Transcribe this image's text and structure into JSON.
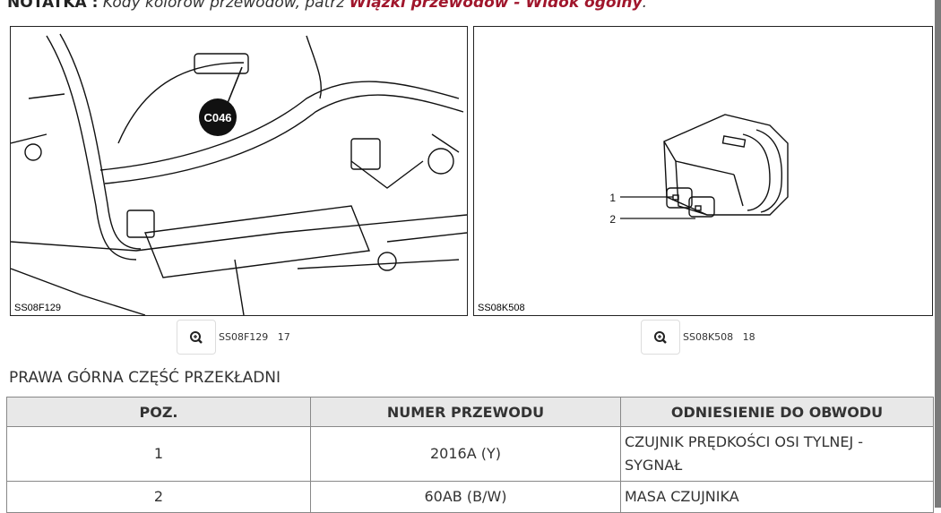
{
  "note": {
    "label": "NOTATKA :",
    "text": " Kody kolorów przewodów, patrz ",
    "link": "Wiązki przewodów - Widok ogólny",
    "end": "."
  },
  "figures": [
    {
      "caption": "SS08F129",
      "callout": "C046",
      "zoom_code": "SS08F129",
      "zoom_num": "17"
    },
    {
      "caption": "SS08K508",
      "pins": [
        "1",
        "2"
      ],
      "zoom_code": "SS08K508",
      "zoom_num": "18"
    }
  ],
  "section_title": "PRAWA GÓRNA CZĘŚĆ PRZEKŁADNI",
  "table": {
    "headers": [
      "POZ.",
      "NUMER PRZEWODU",
      "ODNIESIENIE DO OBWODU"
    ],
    "rows": [
      [
        "1",
        "2016A (Y)",
        "CZUJNIK PRĘDKOŚCI OSI TYLNEJ - SYGNAŁ"
      ],
      [
        "2",
        "60AB (B/W)",
        "MASA CZUJNIKA"
      ]
    ]
  },
  "colors": {
    "link": "#a0162c",
    "header_bg": "#e8e8e8"
  }
}
